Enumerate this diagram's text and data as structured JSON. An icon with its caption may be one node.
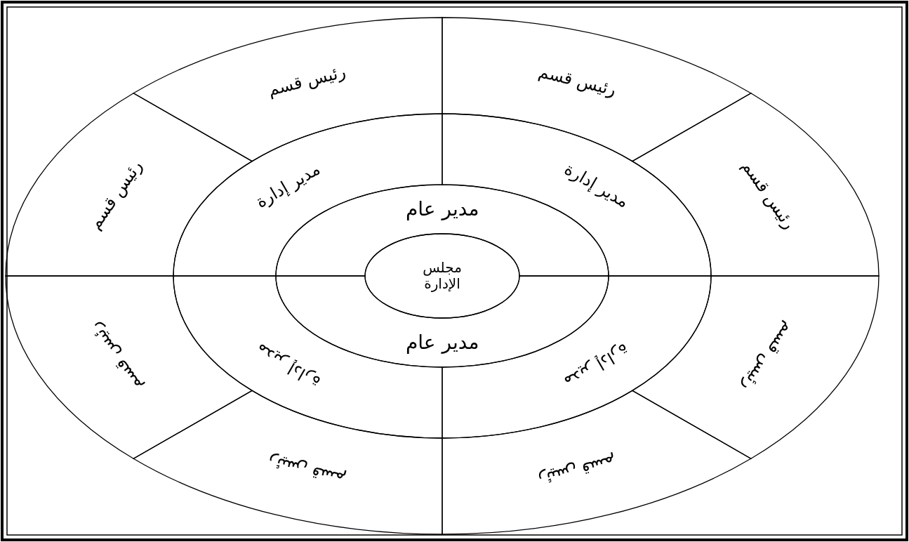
{
  "diagram": {
    "nodes": [
      {
        "text": [
          "رئيس قسم"
        ]
      },
      {
        "text": [
          "رئيس قسم"
        ]
      },
      {
        "text": [
          "رئيس قسم"
        ]
      },
      {
        "text": [
          "رئيس قسم"
        ]
      },
      {
        "text": [
          "مدير إدارة"
        ]
      },
      {
        "text": [
          "مدير إدارة"
        ]
      },
      {
        "text": [
          "مدير عام"
        ]
      },
      {
        "text": [
          "مجلس الإدارة"
        ]
      },
      {
        "text": [
          "مدير عام"
        ]
      },
      {
        "text": [
          "مدير إدارة"
        ]
      },
      {
        "text": [
          "مدير إدارة"
        ]
      },
      {
        "text": [
          "رئيس قسم"
        ]
      },
      {
        "text": [
          "رئيس قسم"
        ]
      },
      {
        "text": [
          "رئيس قسم"
        ]
      },
      {
        "text": [
          "رئيس قسم"
        ]
      }
    ]
  }
}
